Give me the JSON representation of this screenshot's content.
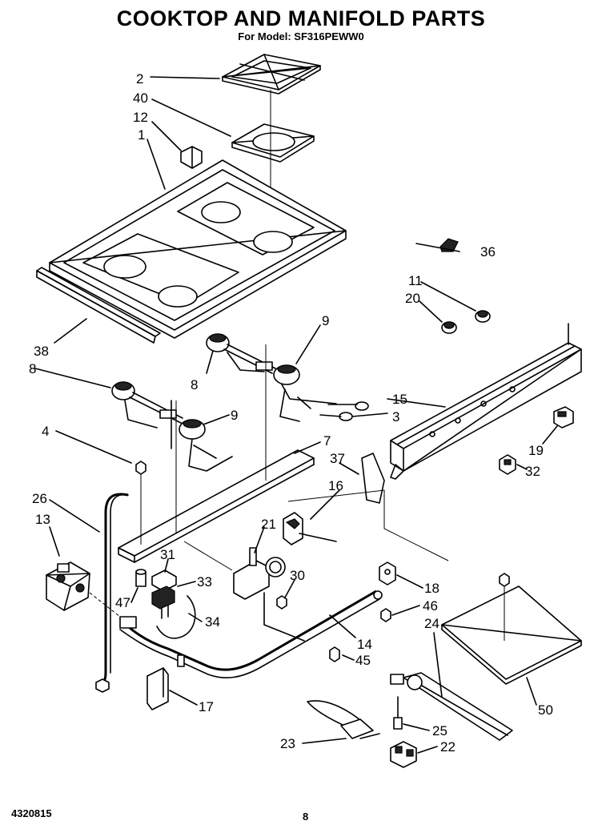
{
  "header": {
    "title": "COOKTOP AND MANIFOLD PARTS",
    "subtitle": "For Model: SF316PEWW0"
  },
  "footer": {
    "doc_number": "4320815",
    "page_number": "8"
  },
  "callouts": {
    "c1": "1",
    "c2": "2",
    "c3": "3",
    "c4": "4",
    "c7": "7",
    "c8a": "8",
    "c8b": "8",
    "c9a": "9",
    "c9b": "9",
    "c11": "11",
    "c12": "12",
    "c13": "13",
    "c14": "14",
    "c15": "15",
    "c16": "16",
    "c17": "17",
    "c18": "18",
    "c19": "19",
    "c20": "20",
    "c21": "21",
    "c22": "22",
    "c23": "23",
    "c24": "24",
    "c25": "25",
    "c26": "26",
    "c30": "30",
    "c31": "31",
    "c32": "32",
    "c33": "33",
    "c34": "34",
    "c36": "36",
    "c37": "37",
    "c38": "38",
    "c40": "40",
    "c45": "45",
    "c46": "46",
    "c47": "47",
    "c50": "50"
  }
}
